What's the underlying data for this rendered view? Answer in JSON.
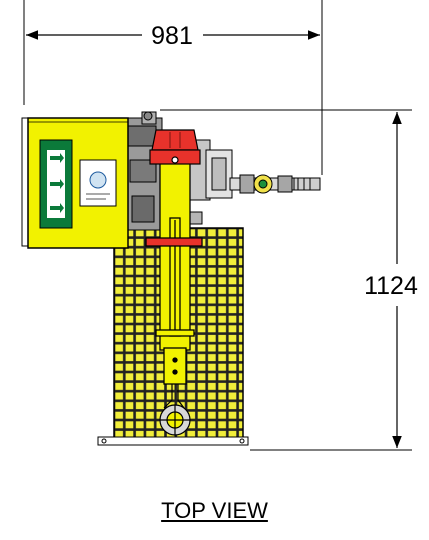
{
  "view_title": "TOP VIEW",
  "dimensions": {
    "width": "981",
    "length": "1124"
  },
  "colors": {
    "housing": "#f2f200",
    "outline": "#000000",
    "cap": "#e8322b",
    "sign": "#0b7a3a",
    "grate": "#f1ee3a",
    "grey_parts": "#8c8c8c"
  }
}
